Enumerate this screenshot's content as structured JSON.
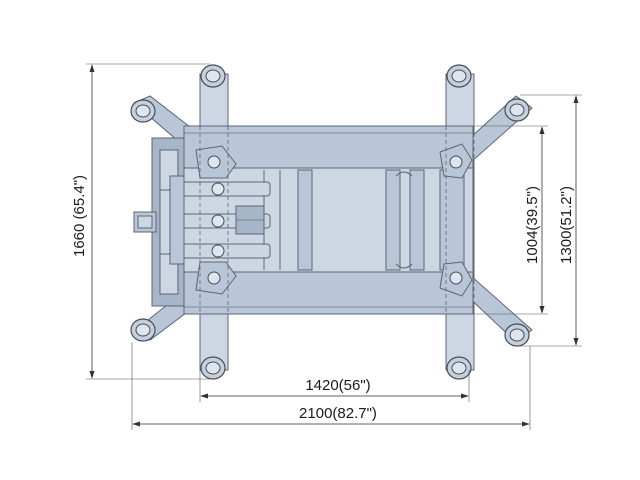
{
  "dimensions": {
    "overall_height": "1660 (65.4\")",
    "frame_width_inner": "1004(39.5\")",
    "frame_width_outer": "1300(51.2\")",
    "arm_span_inner": "1420(56\")",
    "arm_span_outer": "2100(82.7\")"
  },
  "colors": {
    "steel": "#b9c6d8",
    "outline": "#5c6573",
    "dimension_line": "#333333"
  }
}
